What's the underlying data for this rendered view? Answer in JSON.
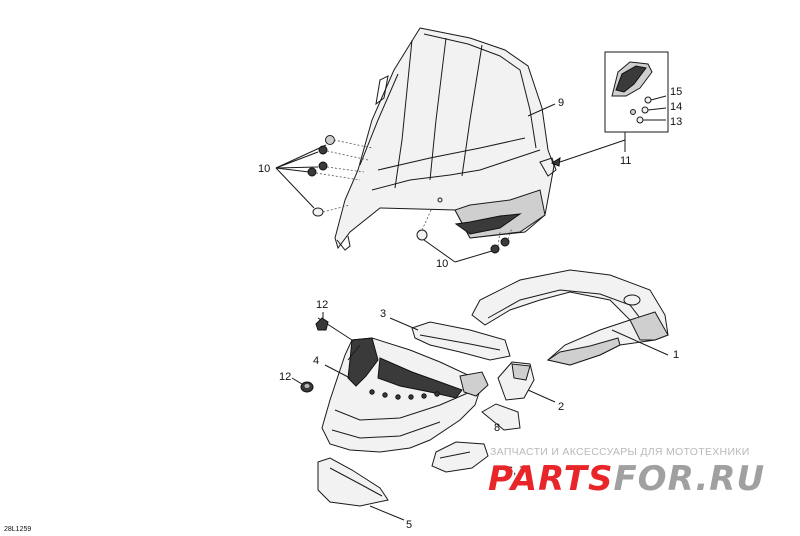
{
  "callouts": {
    "c1": "1",
    "c2": "2",
    "c3": "3",
    "c4": "4",
    "c5": "5",
    "c67": "6, 7",
    "c8": "8",
    "c9": "9",
    "c10a": "10",
    "c10b": "10",
    "c11": "11",
    "c12a": "12",
    "c12b": "12",
    "c13": "13",
    "c14": "14",
    "c15": "15"
  },
  "reference_code": "28L1259",
  "watermark": {
    "tagline": "ЗАПЧАСТИ И АКСЕССУАРЫ ДЛЯ МОТОТЕХНИКИ",
    "brand_part1": "PARTS",
    "brand_part2": "FOR.RU",
    "color_red": "#e8262a",
    "color_gray": "#a0a0a0"
  }
}
